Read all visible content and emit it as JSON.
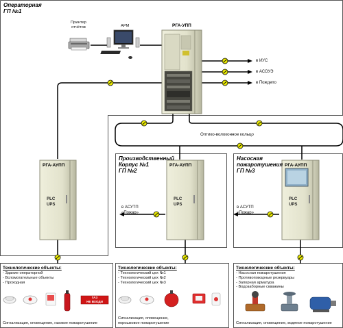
{
  "zones": {
    "operator_room": "Операторная\nГП №1",
    "production": "Производственный\nКорпус №1\nГП №2",
    "pump_station": "Насосная\nпожаротушения\nГП №3"
  },
  "devices": {
    "printer": "Принтер\nотчётов",
    "arm": "АРМ",
    "main_cabinet": "РГА-УПП",
    "cabinet_left": "РГА-АУПП",
    "cabinet_mid": "РГА-АУПП",
    "cabinet_right": "РГА-АУПП",
    "plc_ups": "PLC\nUPS"
  },
  "links": {
    "ius": "в ИУС",
    "asoue": "в АСОУЭ",
    "pozhdepo": "в Пождепо",
    "ring": "Оптико-волоконное кольцо",
    "asutp_mid": "в АСУТП\n«Пожар»",
    "asutp_right": "в АСУТП\n«Пожар»"
  },
  "boxes": [
    {
      "title": "Технологические объекты:",
      "items": [
        "Здание операторной",
        "Вспомогательные объекты",
        "Проходная"
      ],
      "footer": "Сигнализация, оповещение, газовое пожаротушение",
      "sign_text": "ГАЗ\nНЕ ВХОДИ"
    },
    {
      "title": "Технологические объекты:",
      "items": [
        "Технологический цех №1",
        "Технологический цех №2",
        "Технологический цех №3"
      ],
      "footer": "Сигнализация, оповещение,\nпорошковое пожаротушение"
    },
    {
      "title": "Технологические объекты:",
      "items": [
        "Насосная пожаротушения",
        "Противопожарные резервуары",
        "Запорная арматура",
        "Водозаборные скважины"
      ],
      "footer": "Сигнализация, оповещение, водяное пожаротушение"
    }
  ],
  "colors": {
    "cabinet_body": "#e6e6d2",
    "cabinet_edge": "#9a9a86",
    "connector": "#e8e800",
    "line": "#000000",
    "zone_border": "#555555"
  },
  "icons": [
    "printer-icon",
    "workstation-icon",
    "smoke-detector-icon",
    "heat-detector-icon",
    "manual-call-point-icon",
    "fire-extinguisher-icon",
    "warning-sign-icon",
    "powder-module-icon",
    "sounder-icon",
    "fire-valve-icon",
    "shutoff-valve-icon",
    "pump-motor-icon"
  ]
}
